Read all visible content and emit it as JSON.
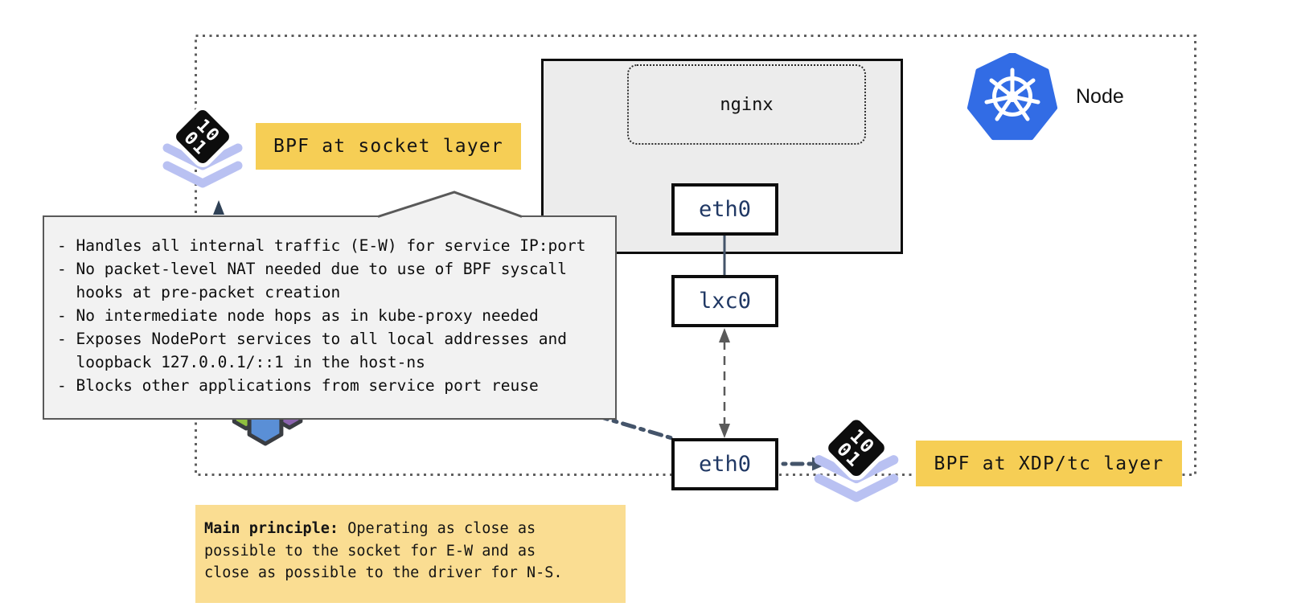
{
  "node": {
    "label": "Node"
  },
  "pod": {
    "app_label": "nginx",
    "eth0_label": "eth0"
  },
  "host": {
    "lxc0_label": "lxc0",
    "eth0_label": "eth0"
  },
  "bpf_labels": {
    "socket": "BPF at socket layer",
    "xdp": "BPF at XDP/tc layer"
  },
  "bpf_icon": {
    "row1": "10",
    "row2": "01"
  },
  "tooltip": {
    "lines": [
      "- Handles all internal traffic (E-W) for service IP:port",
      "- No packet-level NAT needed due to use of BPF syscall",
      "  hooks at pre-packet creation",
      "- No intermediate node hops as in kube-proxy needed",
      "- Exposes NodePort services to all local addresses and",
      "  loopback 127.0.0.1/::1 in the host-ns",
      "- Blocks other applications from service port reuse"
    ]
  },
  "main_principle": {
    "heading": "Main principle:",
    "line1_rest": " Operating as close as",
    "line2": "possible to the socket for E-W and as",
    "line3": "close as possible to the driver for N-S."
  },
  "colors": {
    "k8s_blue": "#326ce5",
    "label_yellow": "#f6ce55",
    "note_yellow": "#fadd92",
    "layer_lavender": "#b9c1f2",
    "connector_slate": "#44546a",
    "hex_green": "#8fbf3f",
    "hex_blue": "#5a8fd6",
    "hex_purple": "#8a63ad"
  }
}
